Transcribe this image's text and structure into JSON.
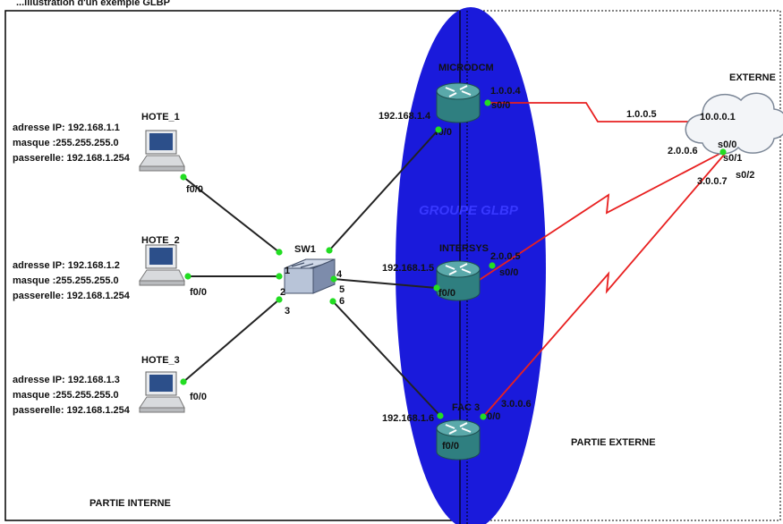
{
  "top_caption": "...Illustration d'un exemple GLBP",
  "zones": {
    "internal_label": "PARTIE INTERNE",
    "external_label": "PARTIE EXTERNE",
    "glbp_label": "GROUPE GLBP"
  },
  "hosts": [
    {
      "name": "HOTE_1",
      "iface": "f0/0",
      "ip": "adresse IP: 192.168.1.1",
      "mask": "masque :255.255.255.0",
      "gateway": "passerelle: 192.168.1.254"
    },
    {
      "name": "HOTE_2",
      "iface": "f0/0",
      "ip": "adresse IP: 192.168.1.2",
      "mask": "masque :255.255.255.0",
      "gateway": "passerelle: 192.168.1.254"
    },
    {
      "name": "HOTE_3",
      "iface": "f0/0",
      "ip": "adresse IP: 192.168.1.3",
      "mask": "masque :255.255.255.0",
      "gateway": "passerelle: 192.168.1.254"
    }
  ],
  "switch": {
    "name": "SW1",
    "ports": [
      "1",
      "2",
      "3",
      "4",
      "5",
      "6"
    ]
  },
  "routers": [
    {
      "name": "MICRODCM",
      "lan_ip": "192.168.1.4",
      "lan_iface": "f0/0",
      "wan_ip": "1.0.0.4",
      "wan_iface": "s0/0"
    },
    {
      "name": "INTERSYS",
      "lan_ip": "192.168.1.5",
      "lan_iface": "f0/0",
      "wan_ip": "2.0.0.5",
      "wan_iface": "s0/0"
    },
    {
      "name": "FAC 3",
      "lan_ip": "192.168.1.6",
      "lan_iface": "f0/0",
      "wan_ip": "3.0.0.6",
      "wan_iface": "s0/0"
    }
  ],
  "cloud": {
    "name": "EXTERNE",
    "ip": "10.0.0.1",
    "ifaces": [
      "s0/0",
      "s0/1",
      "s0/2"
    ],
    "link_ips": [
      "1.0.0.5",
      "2.0.0.6",
      "3.0.0.7"
    ]
  },
  "colors": {
    "glbp_fill": "#1a1adb",
    "serial_link": "#e82020",
    "eth_link": "#222222",
    "port_dot": "#22dd22",
    "router": "#2f7f80"
  }
}
